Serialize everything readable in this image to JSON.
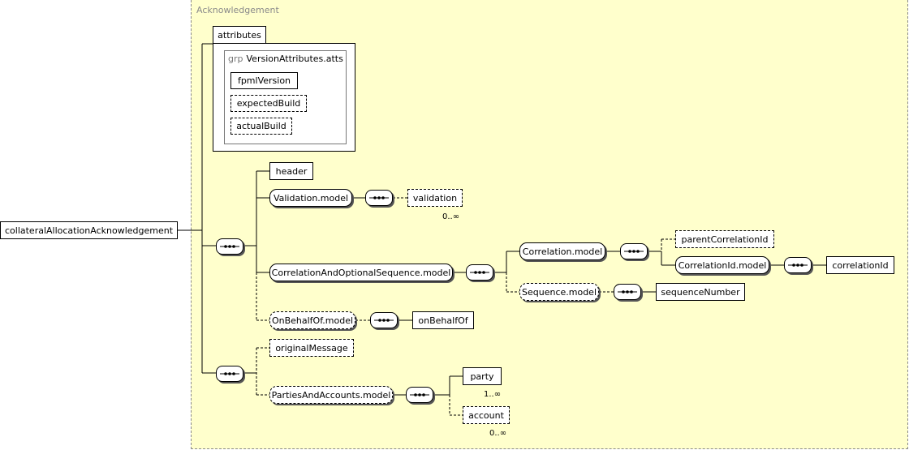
{
  "type_label": "Acknowledgement",
  "root": "collateralAllocationAcknowledgement",
  "attributes": {
    "tab_label": "attributes",
    "group_prefix": "grp",
    "group_name": "VersionAttributes.atts",
    "items": [
      "fpmlVersion",
      "expectedBuild",
      "actualBuild"
    ]
  },
  "elements": {
    "header": "header",
    "validation_model": "Validation.model",
    "validation": "validation",
    "validation_occ": "0..∞",
    "correlation_seq_model": "CorrelationAndOptionalSequence.model",
    "correlation_model": "Correlation.model",
    "parent_correlation_id": "parentCorrelationId",
    "correlation_id_model": "CorrelationId.model",
    "correlation_id": "correlationId",
    "sequence_model": "Sequence.model",
    "sequence_number": "sequenceNumber",
    "on_behalf_of_model": "OnBehalfOf.model",
    "on_behalf_of": "onBehalfOf",
    "original_message": "originalMessage",
    "parties_accounts_model": "PartiesAndAccounts.model",
    "party": "party",
    "party_occ": "1..∞",
    "account": "account",
    "account_occ": "0..∞"
  }
}
